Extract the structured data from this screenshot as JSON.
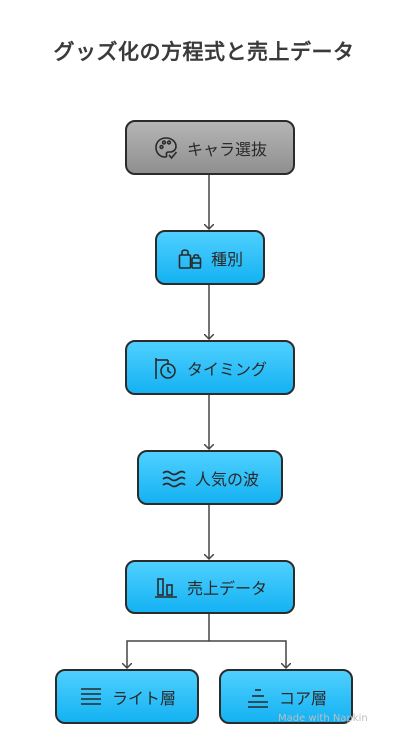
{
  "title": "グッズ化の方程式と売上データ",
  "nodes": {
    "character": {
      "label": "キャラ選抜",
      "icon": "palette-icon"
    },
    "type": {
      "label": "種別",
      "icon": "bags-icon"
    },
    "timing": {
      "label": "タイミング",
      "icon": "timer-icon"
    },
    "popularity": {
      "label": "人気の波",
      "icon": "wave-icon"
    },
    "sales": {
      "label": "売上データ",
      "icon": "bar-chart-icon"
    },
    "light": {
      "label": "ライト層",
      "icon": "lines-icon"
    },
    "core": {
      "label": "コア層",
      "icon": "layers-icon"
    }
  },
  "watermark": "Made with Napkin",
  "colors": {
    "node_blue": "#1ec0fb",
    "node_gray": "#9e9e9e",
    "edge": "#444444"
  }
}
